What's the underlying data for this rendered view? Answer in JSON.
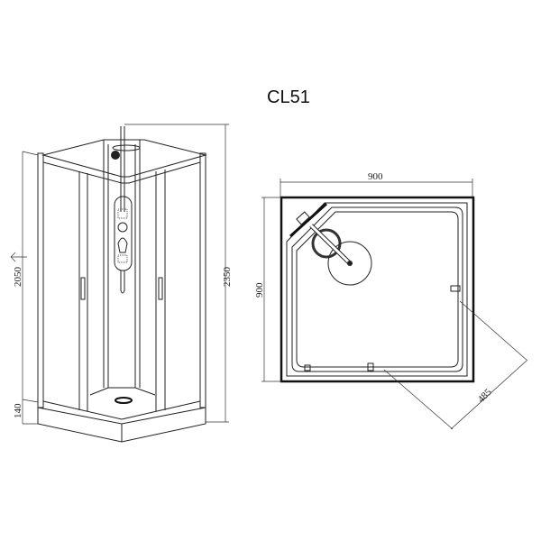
{
  "title": "CL51",
  "elevation_view": {
    "dimensions": {
      "total_height": "2350",
      "enclosure_height": "2050",
      "tray_height": "140"
    }
  },
  "plan_view": {
    "dimensions": {
      "width": "900",
      "depth": "900",
      "entrance_diagonal": "485"
    }
  },
  "colors": {
    "line": "#222222",
    "background": "#ffffff"
  }
}
